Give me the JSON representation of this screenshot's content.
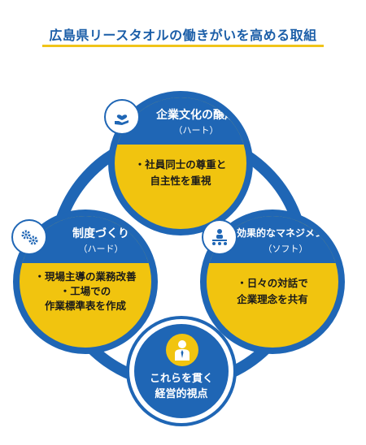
{
  "title": "広島県リースタオルの働きがいを高める取組",
  "nodes": {
    "top": {
      "label": "企業文化の醸成",
      "sub": "（ハート）",
      "lines": [
        "・社員同士の尊重と",
        "自主性を重視"
      ]
    },
    "left": {
      "label": "制度づくり",
      "sub": "（ハード）",
      "lines": [
        "・現場主導の業務改善",
        "・工場での",
        "作業標準表を作成"
      ]
    },
    "right": {
      "label": "効果的なマネジメント",
      "sub": "（ソフト）",
      "lines": [
        "・日々の対話で",
        "企業理念を共有"
      ]
    },
    "center": {
      "lines": [
        "これらを貫く",
        "経営的視点"
      ]
    }
  },
  "icons": {
    "top": "heart-hand-icon",
    "left": "gears-icon",
    "right": "team-meeting-icon",
    "center": "business-person-icon"
  },
  "colors": {
    "blue": "#1f66b5",
    "yellow": "#f1c40f",
    "title": "#1b5ea8"
  }
}
